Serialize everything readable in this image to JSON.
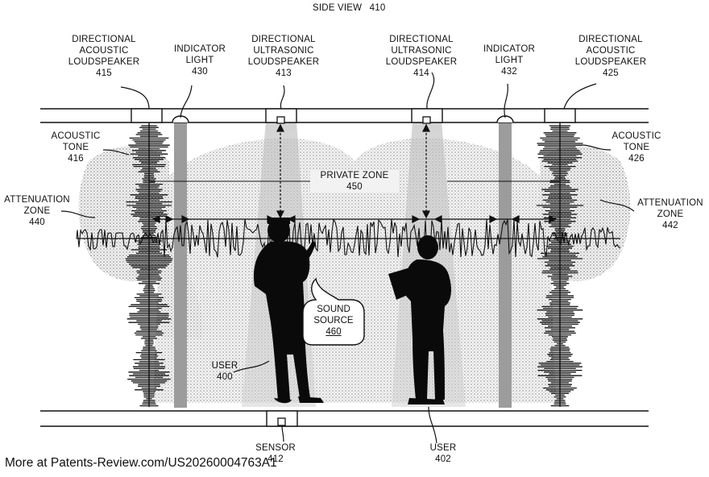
{
  "title": "SIDE VIEW",
  "title_ref": "410",
  "labels": {
    "dir_acoustic_left": {
      "lines": [
        "DIRECTIONAL",
        "ACOUSTIC",
        "LOUDSPEAKER"
      ],
      "ref": "415"
    },
    "indicator_left": {
      "lines": [
        "INDICATOR",
        "LIGHT"
      ],
      "ref": "430"
    },
    "dir_ultra_left": {
      "lines": [
        "DIRECTIONAL",
        "ULTRASONIC",
        "LOUDSPEAKER"
      ],
      "ref": "413"
    },
    "dir_ultra_right": {
      "lines": [
        "DIRECTIONAL",
        "ULTRASONIC",
        "LOUDSPEAKER"
      ],
      "ref": "414"
    },
    "indicator_right": {
      "lines": [
        "INDICATOR",
        "LIGHT"
      ],
      "ref": "432"
    },
    "dir_acoustic_right": {
      "lines": [
        "DIRECTIONAL",
        "ACOUSTIC",
        "LOUDSPEAKER"
      ],
      "ref": "425"
    },
    "acoustic_tone_left": {
      "lines": [
        "ACOUSTIC",
        "TONE"
      ],
      "ref": "416"
    },
    "acoustic_tone_right": {
      "lines": [
        "ACOUSTIC",
        "TONE"
      ],
      "ref": "426"
    },
    "private_zone": {
      "lines": [
        "PRIVATE ZONE"
      ],
      "ref": "450"
    },
    "attenuation_left": {
      "lines": [
        "ATTENUATION",
        "ZONE"
      ],
      "ref": "440"
    },
    "attenuation_right": {
      "lines": [
        "ATTENUATION",
        "ZONE"
      ],
      "ref": "442"
    },
    "sound_source": {
      "lines": [
        "SOUND",
        "SOURCE"
      ],
      "ref": "460"
    },
    "user_left": {
      "lines": [
        "USER"
      ],
      "ref": "400"
    },
    "user_right": {
      "lines": [
        "USER"
      ],
      "ref": "402"
    },
    "sensor": {
      "lines": [
        "SENSOR"
      ],
      "ref": "412"
    }
  },
  "footer": "More at Patents-Review.com/US20260004763A1"
}
